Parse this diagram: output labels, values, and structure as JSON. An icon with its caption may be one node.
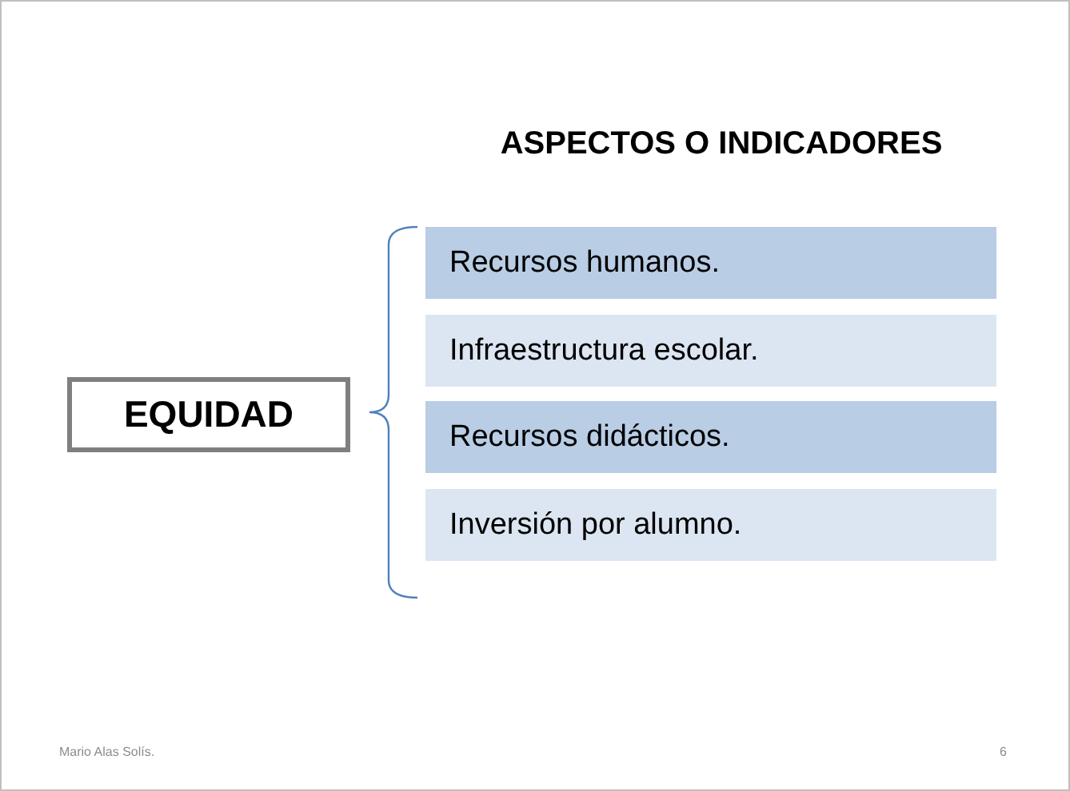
{
  "diagram": {
    "title": "ASPECTOS O INDICADORES",
    "nodes": [
      {
        "text": [
          "EQUIDAD"
        ]
      },
      {
        "text": [
          "Recursos humanos."
        ]
      },
      {
        "text": [
          "Infraestructura escolar."
        ]
      },
      {
        "text": [
          "Recursos didácticos."
        ]
      },
      {
        "text": [
          "Inversión por alumno."
        ]
      }
    ],
    "labels": [
      "Mario Alas Solís.",
      "6"
    ]
  }
}
